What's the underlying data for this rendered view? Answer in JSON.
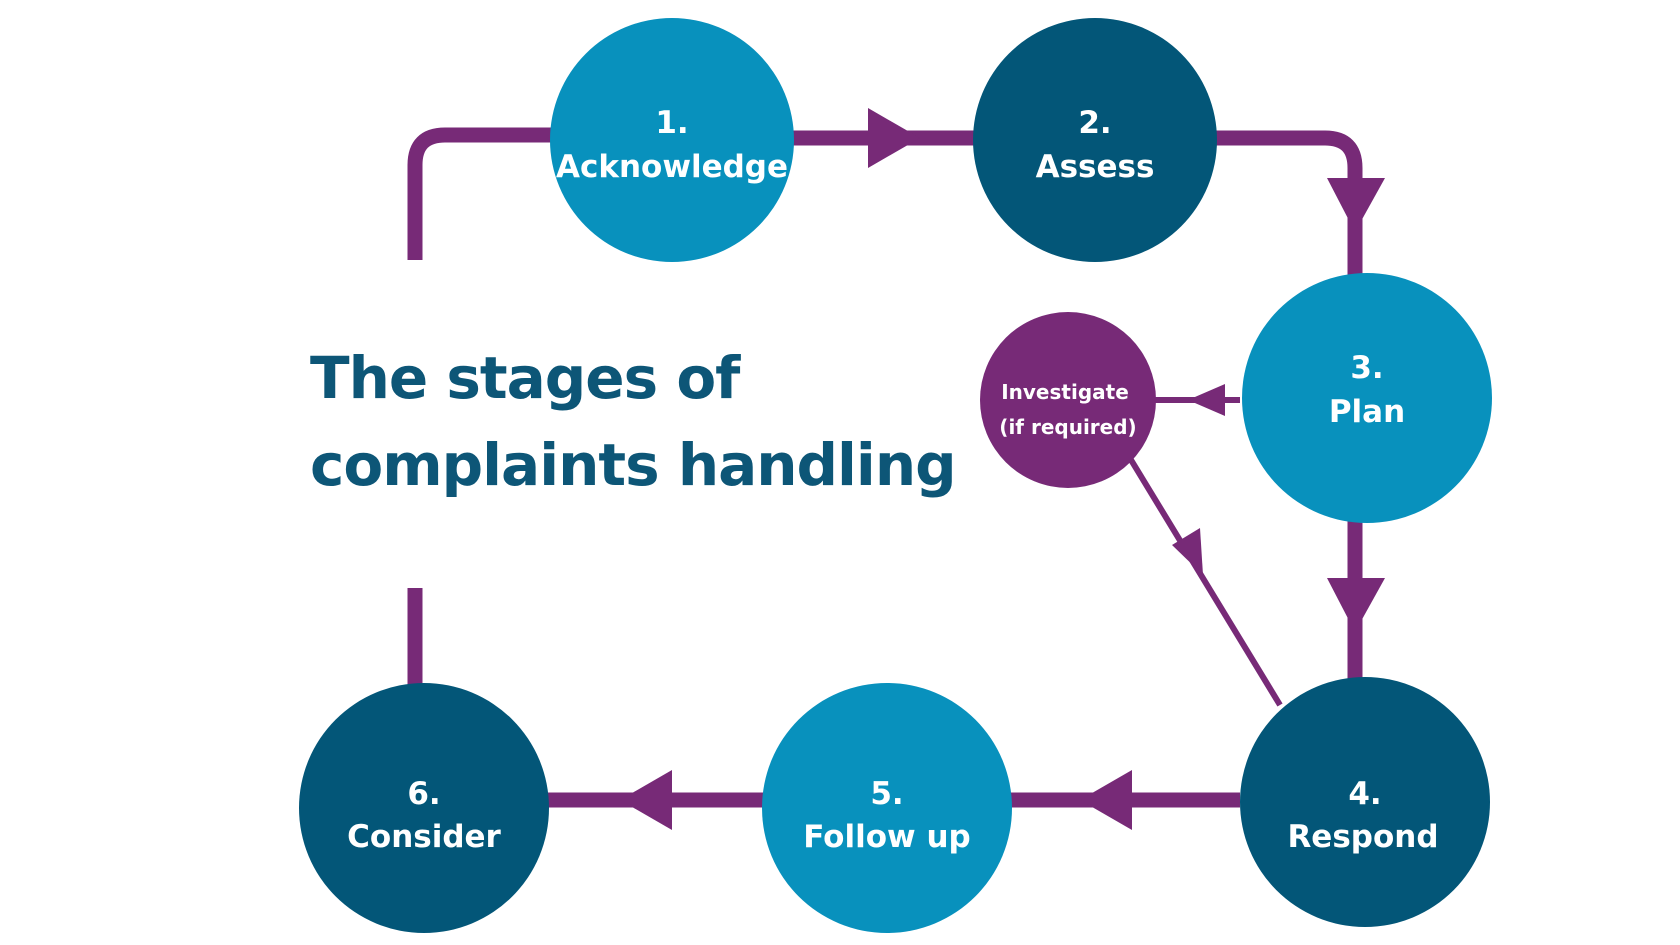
{
  "title": {
    "line1": "The stages of",
    "line2": "complaints handling"
  },
  "colors": {
    "light_blue": "#0891bd",
    "dark_blue": "#035678",
    "purple": "#772a77",
    "title": "#0d5677",
    "text": "#ffffff"
  },
  "nodes": {
    "acknowledge": {
      "number": "1.",
      "label": "Acknowledge"
    },
    "assess": {
      "number": "2.",
      "label": "Assess"
    },
    "plan": {
      "number": "3.",
      "label": "Plan"
    },
    "respond": {
      "number": "4.",
      "label": "Respond"
    },
    "follow_up": {
      "number": "5.",
      "label": "Follow up"
    },
    "consider": {
      "number": "6.",
      "label": "Consider"
    },
    "investigate": {
      "line1": "Investigate",
      "line2": "(if required)"
    }
  }
}
